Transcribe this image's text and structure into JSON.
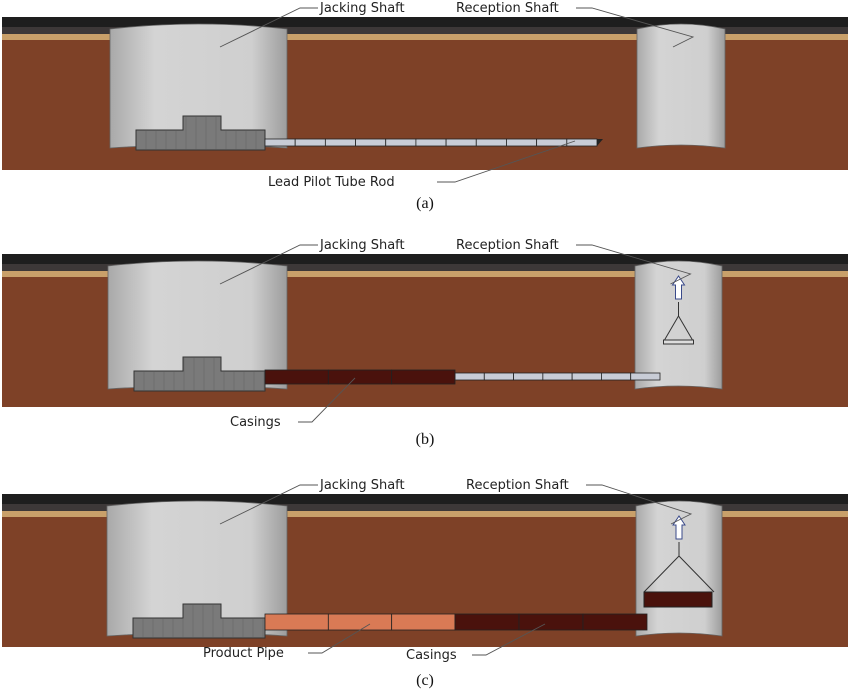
{
  "colors": {
    "soil": "#7e4127",
    "pavement": "#1e1e1e",
    "subbase": "#3d3838",
    "sand": "#c9a06a",
    "shaft": "#c9c9c9",
    "machine": "#7a7a7a",
    "rod": "#c8ccd6",
    "casing": "#4a120c",
    "product": "#d97a55"
  },
  "panels": [
    {
      "caption": "(a)",
      "jacking_label": "Jacking Shaft",
      "reception_label": "Reception Shaft",
      "bottom_labels": [
        "Lead Pilot Tube Rod"
      ]
    },
    {
      "caption": "(b)",
      "jacking_label": "Jacking Shaft",
      "reception_label": "Reception Shaft",
      "bottom_labels": [
        "Casings"
      ]
    },
    {
      "caption": "(c)",
      "jacking_label": "Jacking Shaft",
      "reception_label": "Reception Shaft",
      "bottom_labels": [
        "Product Pipe",
        "Casings"
      ]
    }
  ]
}
